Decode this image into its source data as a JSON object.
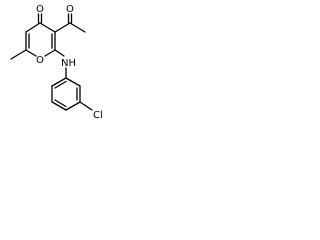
{
  "molecule": {
    "atoms": {
      "carbonyl_oxygen": "O",
      "acetyl_oxygen": "O",
      "ring_oxygen": "O",
      "amine": "NH",
      "chlorine": "Cl"
    }
  },
  "colors": {
    "bond": "#000000",
    "label": "#000000",
    "background": "#ffffff"
  }
}
